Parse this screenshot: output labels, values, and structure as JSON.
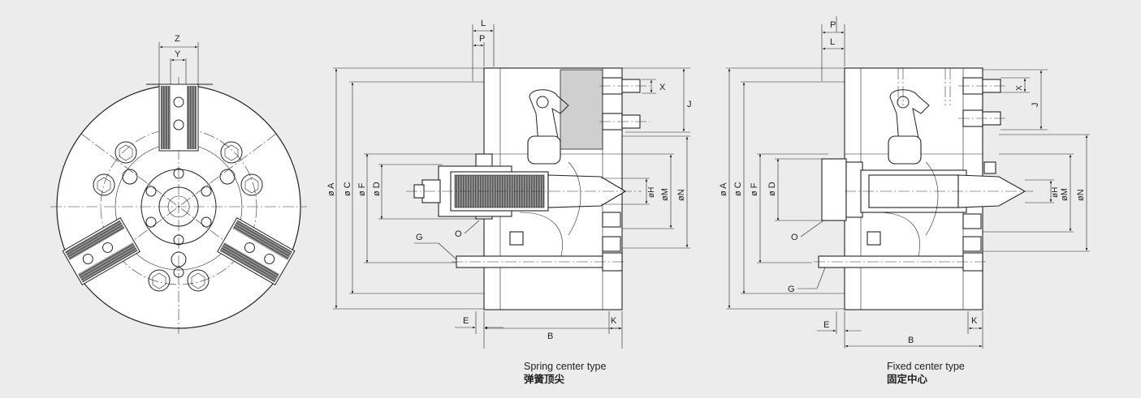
{
  "front_view": {
    "labels": {
      "z": "Z",
      "y": "Y"
    }
  },
  "spring_view": {
    "labels": {
      "l": "L",
      "p": "P",
      "x": "X",
      "j": "J",
      "a": "ø A",
      "c": "ø C",
      "f": "ø F",
      "d": "ø D",
      "h": "øH",
      "m": "øM",
      "n": "øN",
      "g": "G",
      "o": "O",
      "e": "E",
      "b": "B",
      "k": "K"
    },
    "caption_en": "Spring center type",
    "caption_zh": "弹簧顶尖"
  },
  "fixed_view": {
    "labels": {
      "p": "P",
      "l": "L",
      "x": "X",
      "j": "J",
      "a": "ø A",
      "c": "ø C",
      "f": "ø F",
      "d": "ø D",
      "h": "øH",
      "m": "øM",
      "n": "øN",
      "o": "O",
      "g": "G",
      "e": "E",
      "b": "B",
      "k": "K"
    },
    "caption_en": "Fixed center type",
    "caption_zh": "固定中心"
  }
}
